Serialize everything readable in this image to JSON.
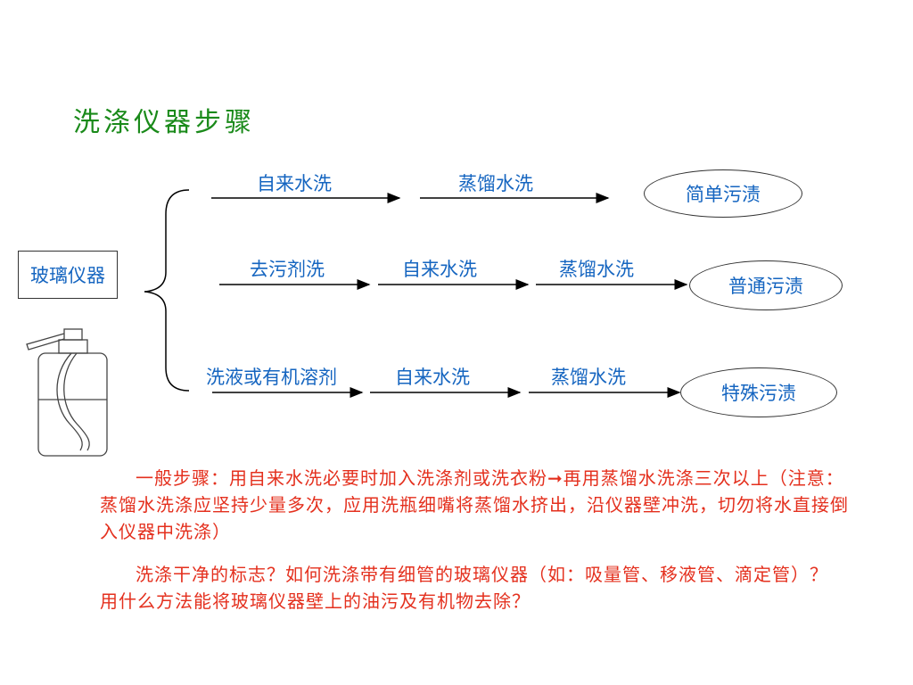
{
  "title": "洗涤仪器步骤",
  "source": "玻璃仪器",
  "rows": [
    {
      "steps": [
        "自来水洗",
        "蒸馏水洗"
      ],
      "result": "简单污渍"
    },
    {
      "steps": [
        "去污剂洗",
        "自来水洗",
        "蒸馏水洗"
      ],
      "result": "普通污渍"
    },
    {
      "steps": [
        "洗液或有机溶剂",
        "自来水洗",
        "蒸馏水洗"
      ],
      "result": "特殊污渍"
    }
  ],
  "notes": {
    "p1": "一般步骤：用自来水洗必要时加入洗涤剂或洗衣粉➞再用蒸馏水洗涤三次以上（注意：蒸馏水洗涤应坚持少量多次，应用洗瓶细嘴将蒸馏水挤出，沿仪器壁冲洗，切勿将水直接倒入仪器中洗涤）",
    "p2": "洗涤干净的标志？如何洗涤带有细管的玻璃仪器（如：吸量管、移液管、滴定管）？　用什么方法能将玻璃仪器壁上的油污及有机物去除？"
  },
  "colors": {
    "title": "#1a8a1a",
    "label": "#1565c0",
    "note": "#e4301e"
  },
  "icons": [
    "wash-bottle-icon"
  ]
}
